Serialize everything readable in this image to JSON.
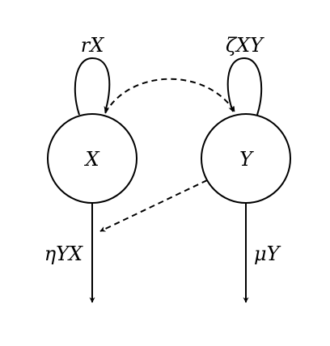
{
  "nodes": {
    "x": {
      "label": "X"
    },
    "y": {
      "label": "Y"
    }
  },
  "labels": {
    "x_self_loop": "rX",
    "y_self_loop": "ζXY",
    "x_outflow": "ηYX",
    "y_outflow": "μY"
  },
  "colors": {
    "stroke": "#000000",
    "background": "#ffffff"
  }
}
